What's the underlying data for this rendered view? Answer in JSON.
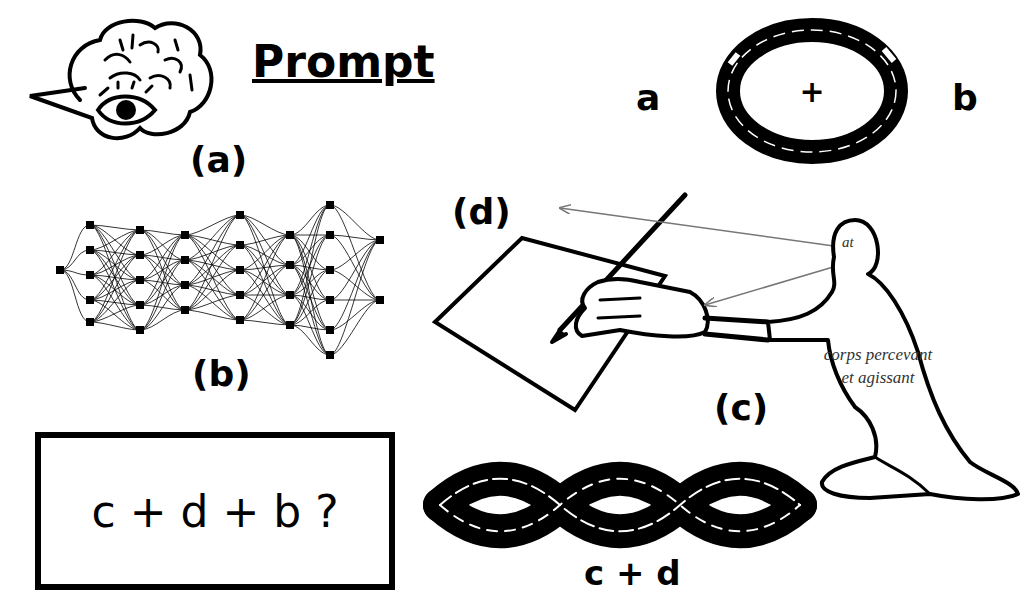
{
  "diagram": {
    "nodes": [
      {
        "text": [
          "+"
        ]
      },
      {
        "text": [
          "at",
          "corps percevant et agissant"
        ]
      },
      {
        "text": [
          "c + d + b ?"
        ]
      }
    ],
    "labels": [
      "Prompt",
      "(a)",
      "a",
      "b",
      "(b)",
      "(d)",
      "(c)",
      "c + d"
    ]
  }
}
